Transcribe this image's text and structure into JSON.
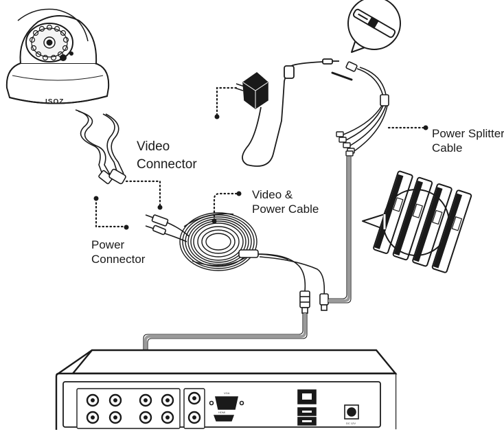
{
  "labels": {
    "video_connector": [
      "Video",
      "Connector"
    ],
    "power_connector": [
      "Power",
      "Connector"
    ],
    "video_power_cable": [
      "Video &",
      "Power Cable"
    ],
    "power_splitter_cable": [
      "Power Splitter",
      "Cable"
    ]
  },
  "camera": {
    "brand": "ISOZ"
  },
  "dvr": {
    "vga_label": "VGA",
    "hdmi_label": "HDMI",
    "dc_label": "DC 12V"
  },
  "colors": {
    "line": "#1a1a1a",
    "cable_highlight": "#9a9a9a",
    "background": "#ffffff"
  }
}
